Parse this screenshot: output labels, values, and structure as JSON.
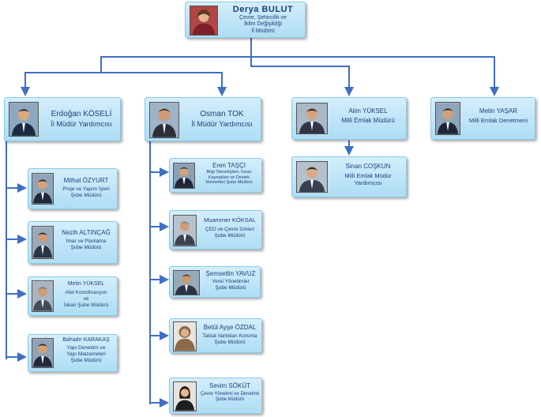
{
  "nodes": {
    "director": {
      "name": "Derya BULUT",
      "title": "Çevre, Şehircilik ve\nİklim Değişikliği\nİl Müdürü"
    },
    "koseli": {
      "name": "Erdoğan KÖSELİ",
      "title": "İl Müdür Yardımcısı"
    },
    "tok": {
      "name": "Osman TOK",
      "title": "İl Müdür Yardımcısı"
    },
    "yuksel": {
      "name": "Alim YÜKSEL",
      "title": "Milli Emlak Müdürü"
    },
    "yasar": {
      "name": "Metin YAŞAR",
      "title": "Milli Emlak Denetmeni"
    },
    "coskun": {
      "name": "Sinan COŞKUN",
      "title": "Milli Emlak Müdür\nYardımcısı"
    },
    "ozyurt": {
      "name": "Mithat ÖZYURT",
      "title": "Proje ve Yapım İşleri\nŞube Müdürü"
    },
    "altincag": {
      "name": "Nezih ALTINÇAĞ",
      "title": "İmar ve Planlama\nŞube Müdürü"
    },
    "myuksel": {
      "name": "Metin YÜKSEL",
      "title": "Afet Koordinasyon\nve\nİskan Şube Müdürü"
    },
    "karakas": {
      "name": "Bahadır KARAKAŞ",
      "title": "Yapı Denetimi ve\nYapı Malzemeleri\nŞube Müdürü"
    },
    "tasci": {
      "name": "Eren TAŞÇI",
      "title": "Bilgi Teknolojileri, İnsan\nKaynakları ve Destek\nHizmetleri Şube Müdürü"
    },
    "koksal": {
      "name": "Muammer KÖKSAL",
      "title": "ÇED ve Çevre İzinleri\nŞube Müdürü"
    },
    "yavuz": {
      "name": "Şemsettin YAVUZ",
      "title": "Yerel Yönetimler\nŞube Müdürü"
    },
    "ozdal": {
      "name": "Betül Ayşe ÖZDAL",
      "title": "Tabiat Varlıkları Koruma\nŞube Müdürü"
    },
    "sokut": {
      "name": "Sevim SÖKÜT",
      "title": "Çevre Yönetimi ve Denetimi\nŞube Müdürü"
    }
  },
  "colors": {
    "connector": "#3f6fc3",
    "box_top": "#d4eefb",
    "box_bottom": "#aeddf4",
    "text": "#1f3f7a"
  }
}
